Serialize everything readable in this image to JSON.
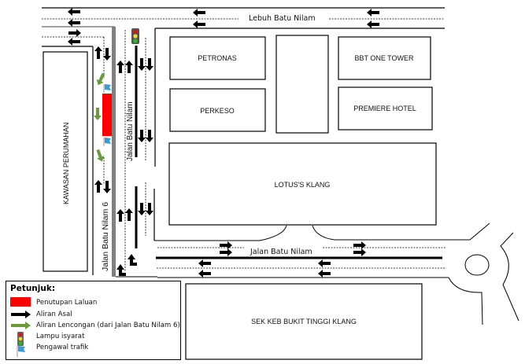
{
  "roads": {
    "top": "Lebuh Batu Nilam",
    "bottom": "Jalan Batu Nilam",
    "center_vertical": "Jalan Batu Nilam",
    "left_vertical": "Jalan Batu Nilam 6"
  },
  "buildings": {
    "housing": "KAWASAN PERUMAHAN",
    "petronas": "PETRONAS",
    "perkeso": "PERKESO",
    "unlabeled": "",
    "bbt": "BBT ONE TOWER",
    "premiere": "PREMIERE HOTEL",
    "lotus": "LOTUS'S KLANG",
    "school": "SEK KEB BUKIT TINGGI KLANG"
  },
  "legend": {
    "title": "Petunjuk:",
    "items": [
      {
        "symbol": "red-block",
        "label": "Penutupan Laluan"
      },
      {
        "symbol": "black-arrow",
        "label": "Aliran Asal"
      },
      {
        "symbol": "green-arrow",
        "label": "Aliran Lencongan (dari Jalan Batu Nilam 6)"
      },
      {
        "symbol": "traffic-light",
        "label": "Lampu isyarat"
      },
      {
        "symbol": "flag",
        "label": "Pengawal trafik"
      }
    ]
  },
  "colors": {
    "closure": "#ff0000",
    "original_flow": "#000000",
    "detour_flow": "#6a9a3e",
    "flag": "#3a9ad9",
    "divider": "#808080"
  }
}
